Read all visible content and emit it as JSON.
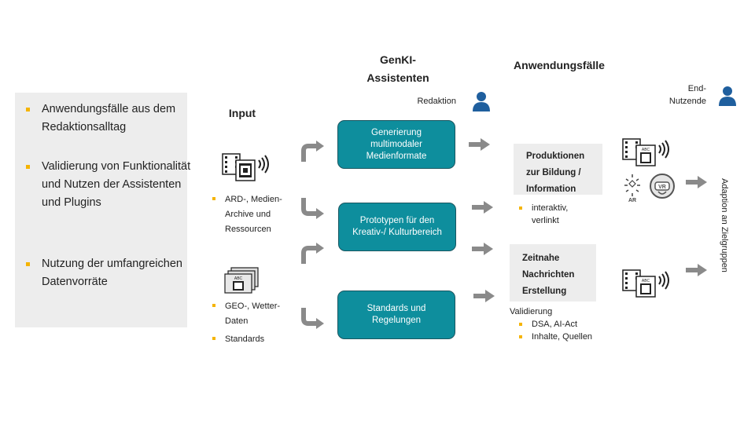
{
  "left_panel": {
    "items": [
      "Anwendungsfälle aus dem Redaktionsalltag",
      "Validierung von Funktionalität und Nutzen der Assistenten und Plugins",
      "Nutzung der umfangreichen Datenvorräte"
    ]
  },
  "headings": {
    "input": "Input",
    "assistants": "GenKI-\nAssistenten",
    "use_cases": "Anwendungsfälle"
  },
  "labels": {
    "redaktion": "Redaktion",
    "end_users": "End-\nNutzende",
    "adaption": "Adaption an Zielgruppen"
  },
  "input_groups": [
    {
      "items": [
        "ARD-, Medien-\nArchive und\nRessourcen"
      ]
    },
    {
      "items": [
        "GEO-, Wetter-\nDaten",
        "Standards"
      ]
    }
  ],
  "assistant_boxes": [
    "Generierung\nmultimodaler\nMedienformate",
    "Prototypen für den\nKreativ-/ Kulturbereich",
    "Standards und\nRegelungen"
  ],
  "use_case_boxes": [
    {
      "title": "Produktionen\nzur Bildung /\nInformation",
      "bullets": [
        "interaktiv,\nverlinkt"
      ]
    },
    {
      "title": "Zeitnahe\nNachrichten\nErstellung",
      "intro": "Validierung",
      "bullets": [
        "DSA, AI-Act",
        "Inhalte, Quellen"
      ]
    }
  ],
  "icon_texts": {
    "abc": "ABC",
    "ar": "AR",
    "vr": "VR"
  },
  "colors": {
    "teal": "#0e8e9d",
    "bullet": "#f5b400",
    "arrow": "#8a8a8a",
    "user": "#1f5f9e",
    "panel": "#ededed"
  }
}
